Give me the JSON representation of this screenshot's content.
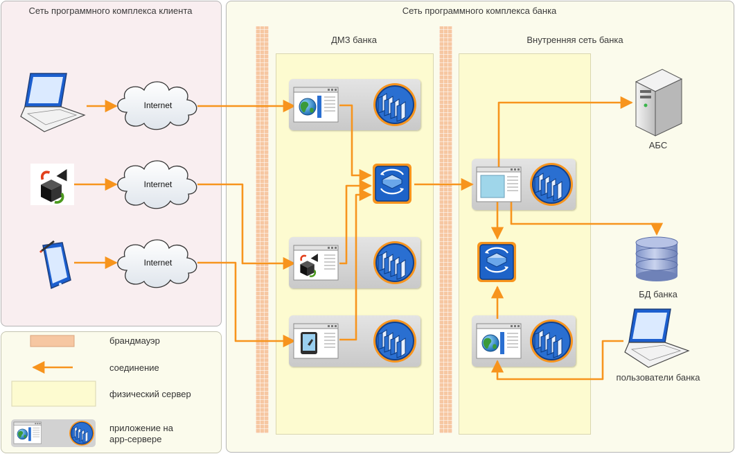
{
  "zones": {
    "client": "Сеть программного комплекса клиента",
    "bank": "Сеть программного комплекса банка",
    "dmz": "ДМЗ банка",
    "internal": "Внутренняя сеть банка"
  },
  "clouds": [
    "Internet",
    "Internet",
    "Internet"
  ],
  "nodes": {
    "abs": "АБС",
    "db": "БД банка",
    "users": "пользователи банка"
  },
  "legend": {
    "firewall": "брандмауэр",
    "connection": "соединение",
    "server": "физический сервер",
    "app_line1": "приложение на",
    "app_line2": "app-сервере"
  },
  "colors": {
    "connection": "#f7941d",
    "client_zone": "#f9eef0",
    "bank_zone": "#fbfbec",
    "server": "#fdfbd0",
    "firewall": "#f6c7a2",
    "server_blue": "#2a6fd1"
  }
}
